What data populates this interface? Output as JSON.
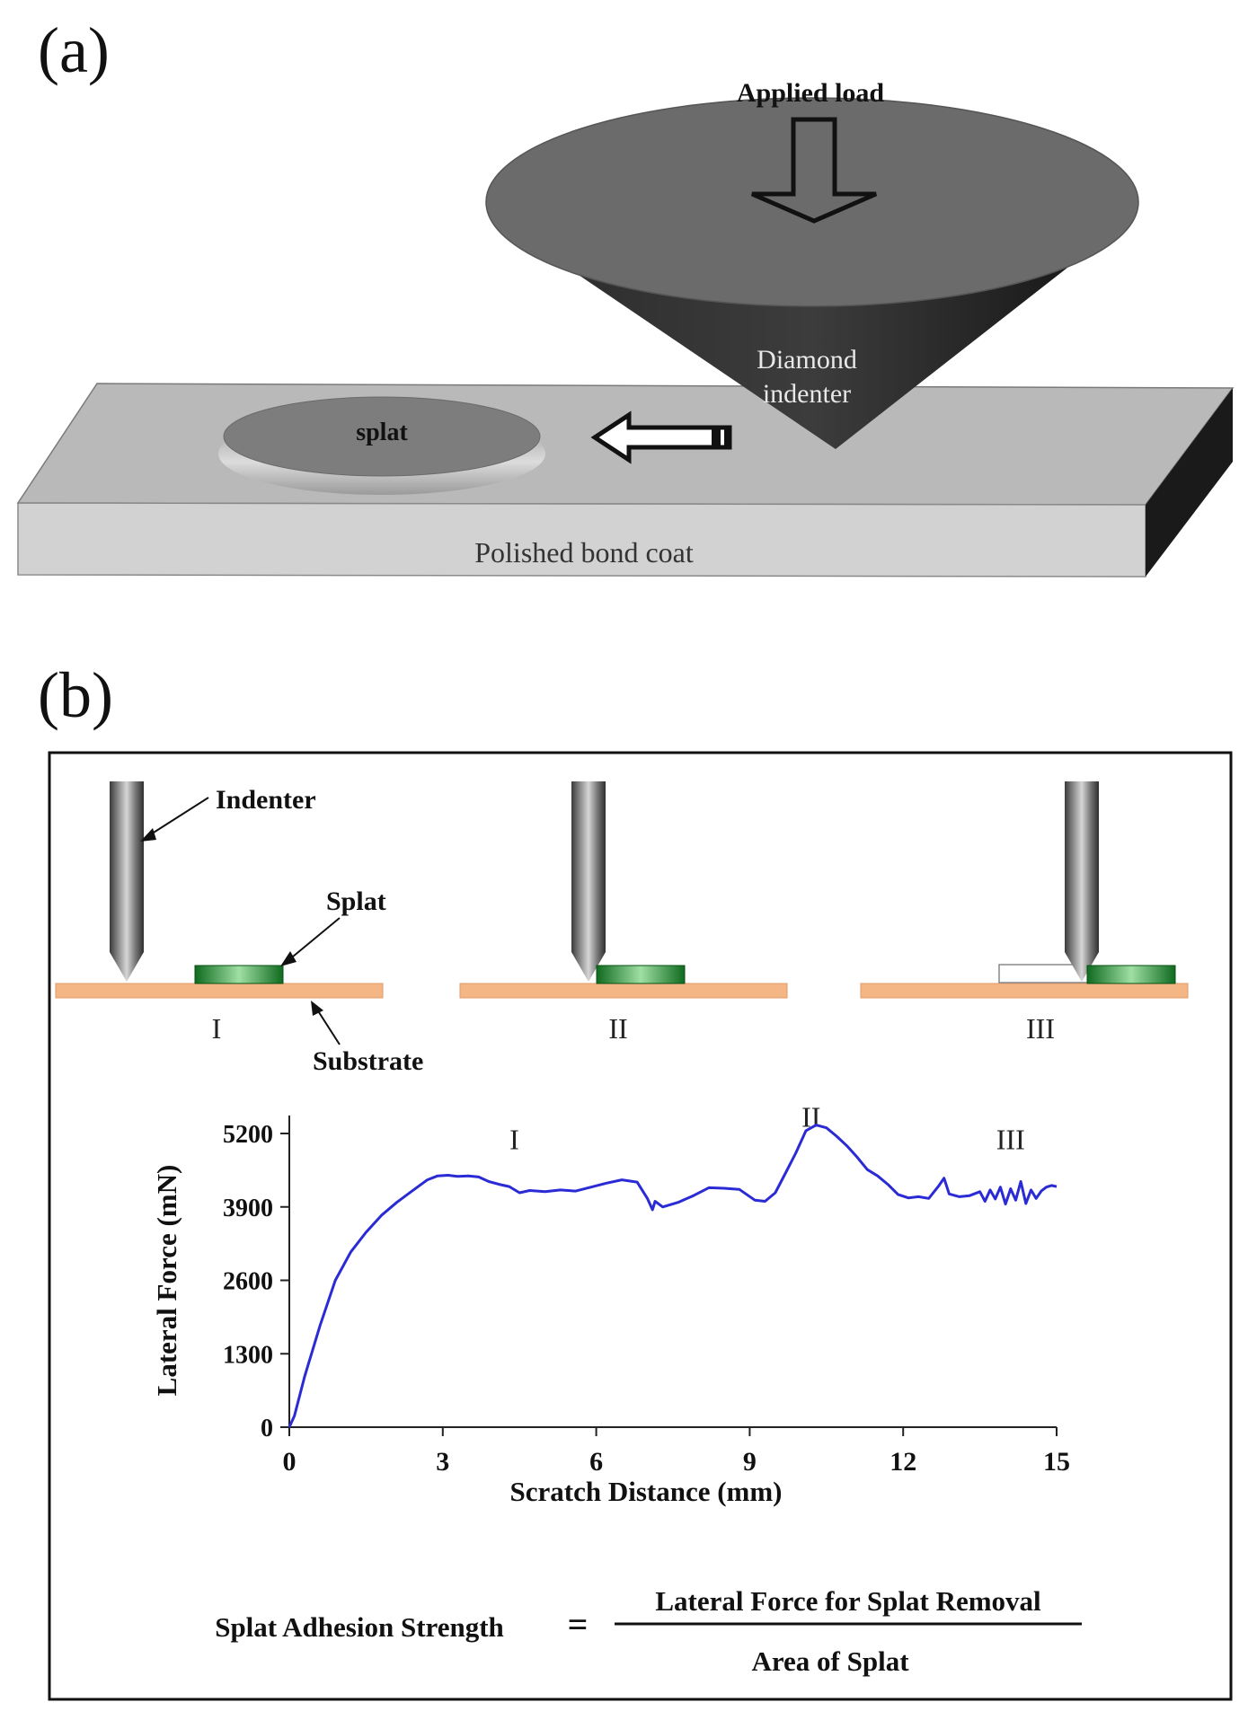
{
  "panel_a": {
    "letter": "(a)",
    "applied_load": "Applied load",
    "diamond_line1": "Diamond",
    "diamond_line2": "indenter",
    "splat": "splat",
    "bond_coat": "Polished bond coat"
  },
  "panel_b": {
    "letter": "(b)",
    "indenter": "Indenter",
    "splat": "Splat",
    "substrate": "Substrate",
    "stages": [
      "I",
      "II",
      "III"
    ],
    "equation": {
      "lhs": "Splat Adhesion Strength",
      "equals": "=",
      "numerator": "Lateral Force for Splat Removal",
      "denominator": "Area of Splat"
    }
  },
  "chart_data": {
    "type": "line",
    "xlabel": "Scratch Distance (mm)",
    "ylabel": "Lateral Force (mN)",
    "xlim": [
      0,
      15
    ],
    "ylim": [
      0,
      5200
    ],
    "xticks": [
      0,
      3,
      6,
      9,
      12,
      15
    ],
    "yticks": [
      0,
      1300,
      2600,
      3900,
      5200
    ],
    "grid": false,
    "annotations": [
      {
        "text": "I",
        "x": 4.4,
        "y": 5050
      },
      {
        "text": "II",
        "x": 10.2,
        "y": 5450
      },
      {
        "text": "III",
        "x": 14.1,
        "y": 5050
      }
    ],
    "series": [
      {
        "color": "#2b2bd6",
        "x": [
          0,
          0.1,
          0.3,
          0.6,
          0.9,
          1.2,
          1.5,
          1.8,
          2.1,
          2.4,
          2.7,
          2.9,
          3.1,
          3.3,
          3.5,
          3.7,
          3.9,
          4.1,
          4.3,
          4.5,
          4.7,
          5.0,
          5.3,
          5.6,
          5.9,
          6.2,
          6.5,
          6.8,
          7.0,
          7.1,
          7.15,
          7.3,
          7.6,
          7.9,
          8.2,
          8.5,
          8.8,
          9.1,
          9.3,
          9.5,
          9.7,
          9.9,
          10.1,
          10.3,
          10.5,
          10.7,
          10.9,
          11.1,
          11.3,
          11.5,
          11.7,
          11.9,
          12.1,
          12.3,
          12.5,
          12.7,
          12.8,
          12.9,
          13.1,
          13.3,
          13.5,
          13.6,
          13.7,
          13.8,
          13.9,
          14.0,
          14.1,
          14.2,
          14.3,
          14.4,
          14.5,
          14.6,
          14.7,
          14.8,
          14.9,
          15.0
        ],
        "y": [
          0,
          200,
          900,
          1800,
          2600,
          3100,
          3450,
          3750,
          3980,
          4180,
          4380,
          4450,
          4460,
          4440,
          4450,
          4430,
          4350,
          4300,
          4260,
          4150,
          4190,
          4170,
          4200,
          4180,
          4250,
          4320,
          4380,
          4340,
          4050,
          3850,
          4000,
          3900,
          3980,
          4100,
          4240,
          4230,
          4210,
          4020,
          4000,
          4150,
          4500,
          4850,
          5250,
          5350,
          5300,
          5150,
          4980,
          4780,
          4560,
          4450,
          4300,
          4120,
          4060,
          4080,
          4050,
          4280,
          4410,
          4130,
          4080,
          4100,
          4170,
          4000,
          4200,
          4040,
          4250,
          3950,
          4220,
          4020,
          4350,
          3960,
          4200,
          4050,
          4180,
          4250,
          4280,
          4260
        ]
      }
    ]
  }
}
